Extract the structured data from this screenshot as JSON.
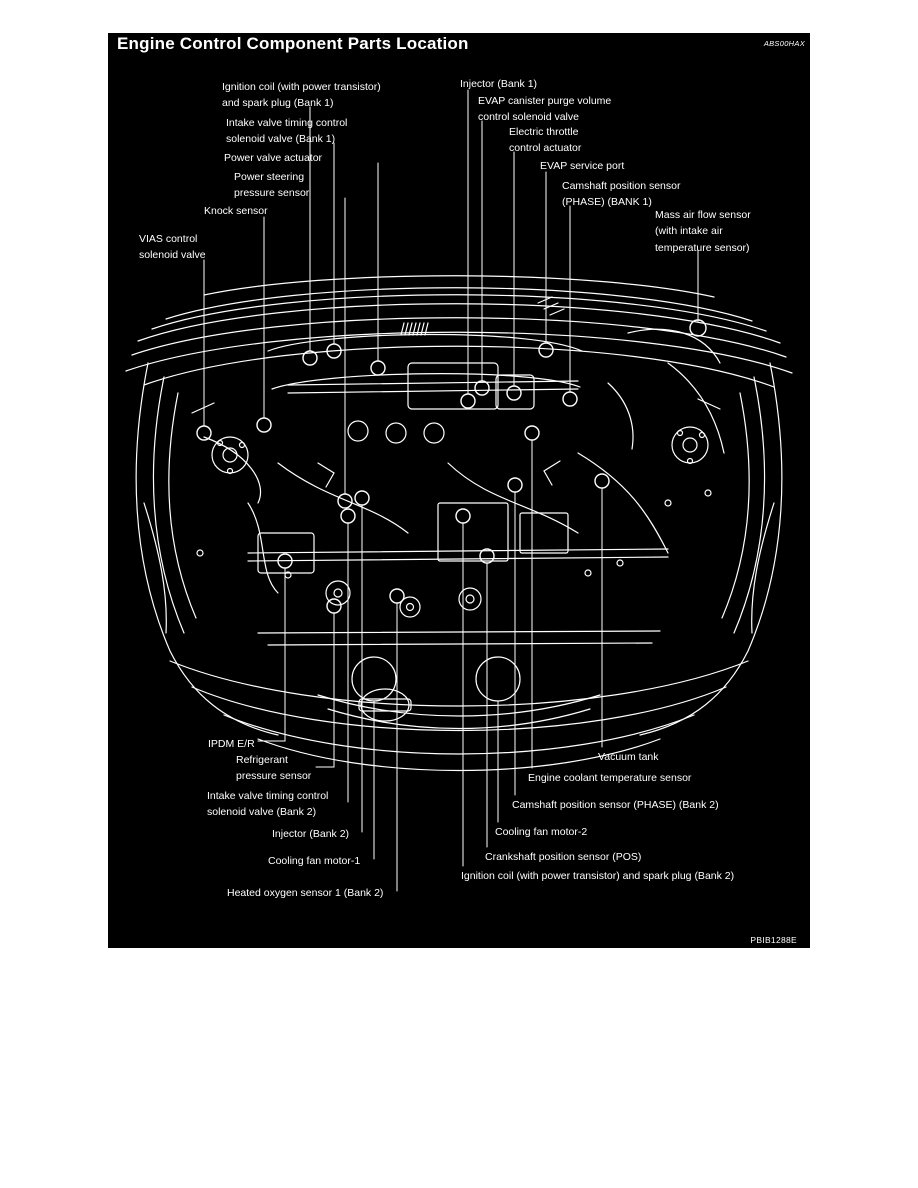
{
  "page": {
    "background_color": "#ffffff"
  },
  "panel": {
    "background_color": "#000000",
    "line_color": "#ffffff"
  },
  "header": {
    "title": "Engine Control Component Parts Location",
    "ref_code": "ABS00HAX"
  },
  "footer": {
    "figure_code": "PBIB1288E"
  },
  "diagram": {
    "description": "Front view line illustration of engine compartment with callout leader lines",
    "labels": [
      {
        "id": "ignition-coil-bank1",
        "text": "Ignition coil (with power transistor)\nand spark plug (Bank 1)"
      },
      {
        "id": "intake-valve-timing-bank1",
        "text": "Intake valve timing control\nsolenoid valve (Bank 1)"
      },
      {
        "id": "power-valve-actuator",
        "text": "Power valve actuator"
      },
      {
        "id": "power-steering-pressure-sensor",
        "text": "Power steering\npressure sensor"
      },
      {
        "id": "knock-sensor",
        "text": "Knock sensor"
      },
      {
        "id": "vias-control-solenoid-valve",
        "text": "VIAS control\nsolenoid valve"
      },
      {
        "id": "injector-bank1",
        "text": "Injector (Bank 1)"
      },
      {
        "id": "evap-canister-purge-valve",
        "text": "EVAP canister purge volume\ncontrol solenoid valve"
      },
      {
        "id": "electric-throttle-actuator",
        "text": "Electric throttle\ncontrol actuator"
      },
      {
        "id": "evap-service-port",
        "text": "EVAP service port"
      },
      {
        "id": "camshaft-position-sensor-bank1",
        "text": "Camshaft position sensor\n(PHASE) (BANK 1)"
      },
      {
        "id": "mass-air-flow-sensor",
        "text": "Mass air flow sensor\n(with intake air\ntemperature sensor)"
      },
      {
        "id": "ipdm-er",
        "text": "IPDM E/R"
      },
      {
        "id": "refrigerant-pressure-sensor",
        "text": "Refrigerant\npressure sensor"
      },
      {
        "id": "intake-valve-timing-bank2",
        "text": "Intake valve timing control\nsolenoid valve (Bank 2)"
      },
      {
        "id": "injector-bank2",
        "text": "Injector (Bank 2)"
      },
      {
        "id": "cooling-fan-motor-1",
        "text": "Cooling fan motor-1"
      },
      {
        "id": "heated-oxygen-sensor-1-bank2",
        "text": "Heated oxygen sensor 1 (Bank 2)"
      },
      {
        "id": "vacuum-tank",
        "text": "Vacuum tank"
      },
      {
        "id": "engine-coolant-temperature-sensor",
        "text": "Engine coolant temperature sensor"
      },
      {
        "id": "camshaft-position-sensor-bank2",
        "text": "Camshaft position sensor (PHASE) (Bank 2)"
      },
      {
        "id": "cooling-fan-motor-2",
        "text": "Cooling fan motor-2"
      },
      {
        "id": "crankshaft-position-sensor-pos",
        "text": "Crankshaft position sensor (POS)"
      },
      {
        "id": "ignition-coil-bank2",
        "text": "Ignition coil (with power transistor) and spark plug (Bank 2)"
      }
    ]
  }
}
